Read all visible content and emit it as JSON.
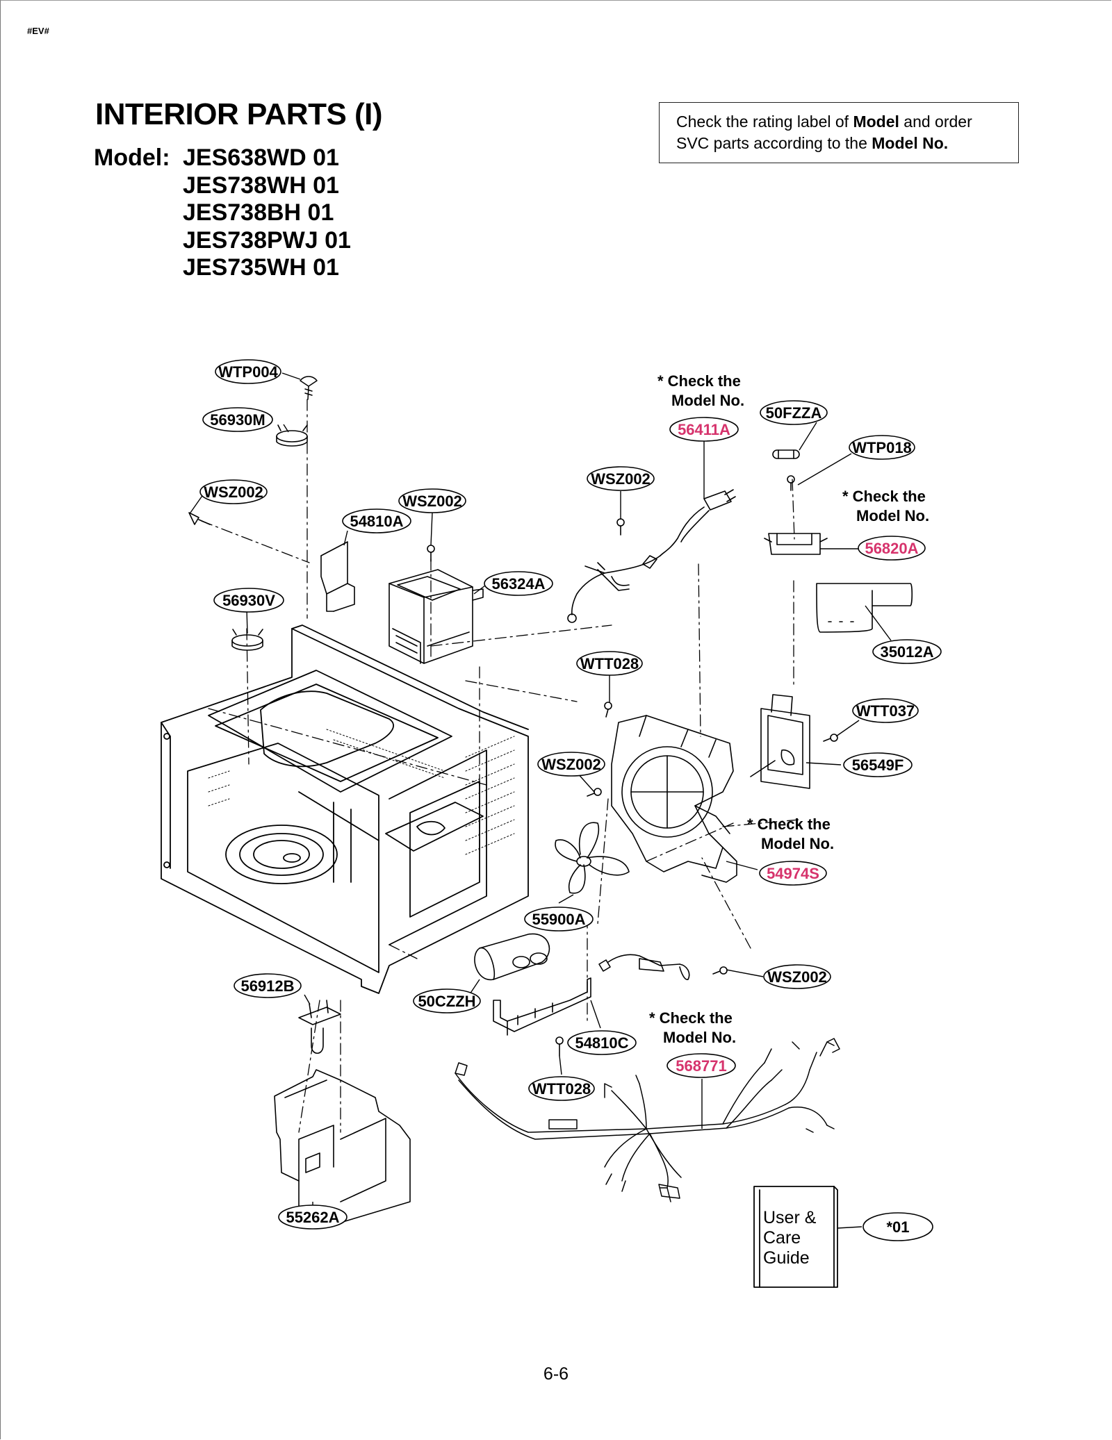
{
  "header": {
    "corner_tag": "#EV#",
    "title": "INTERIOR PARTS (I)",
    "model_label": "Model:",
    "models": [
      "JES638WD 01",
      "JES738WH 01",
      "JES738BH 01",
      "JES738PWJ 01",
      "JES735WH 01"
    ]
  },
  "notice": {
    "pre": "Check the rating label of ",
    "model_word": "Model",
    "mid": " and order SVC parts according to the ",
    "model_no": "Model No."
  },
  "part_labels": {
    "wtp004": "WTP004",
    "p56930m": "56930M",
    "wsz002_left": "WSZ002",
    "p54810a": "54810A",
    "wsz002_mid": "WSZ002",
    "p56324a": "56324A",
    "p56930v": "56930V",
    "wsz002_top": "WSZ002",
    "p56411a": "56411A",
    "p50fzza": "50FZZA",
    "wtp018": "WTP018",
    "p56820a": "56820A",
    "p35012a": "35012A",
    "wtt028_top": "WTT028",
    "wtt037": "WTT037",
    "p56549f": "56549F",
    "wsz002_fan": "WSZ002",
    "p54974s": "54974S",
    "p55900a": "55900A",
    "wsz002_right": "WSZ002",
    "p56912b": "56912B",
    "p50czzh": "50CZZH",
    "p54810c": "54810C",
    "wtt028_bottom": "WTT028",
    "p568771": "568771",
    "p55262a": "55262A",
    "star01": "*01"
  },
  "notes": {
    "check_line1": "* Check the",
    "check_line2": "Model No."
  },
  "manual": {
    "line1": "User &",
    "line2": "Care",
    "line3": "Guide"
  },
  "page_number": "6-6",
  "colors": {
    "highlight_label": "#d6336c",
    "line": "#000000"
  }
}
